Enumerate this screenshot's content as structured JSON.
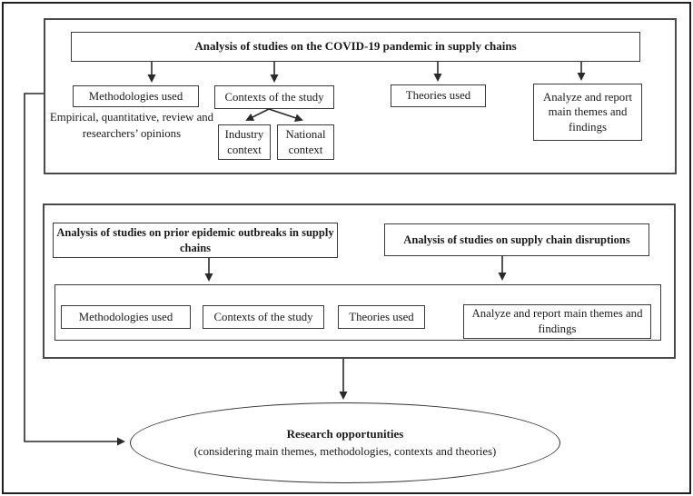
{
  "colors": {
    "background": "#ffffff",
    "frame_border": "#1f1f1f",
    "section_border": "#4a4a4a",
    "box_border": "#3a3a3a",
    "line": "#2a2a2a",
    "text": "#1a1a1a"
  },
  "top_section": {
    "title": "Analysis of studies on the COVID-19 pandemic in supply chains",
    "methodologies_label": "Methodologies used",
    "methodologies_note": "Empirical, quantitative, review and researchers’ opinions",
    "contexts_label": "Contexts of the study",
    "industry_label": "Industry context",
    "national_label": "National context",
    "theories_label": "Theories used",
    "analyze_label": "Analyze and report main themes and findings"
  },
  "middle_section": {
    "left_title": "Analysis of studies on prior epidemic outbreaks in supply chains",
    "right_title": "Analysis of studies on supply chain disruptions",
    "methodologies_label": "Methodologies used",
    "contexts_label": "Contexts of the study",
    "theories_label": "Theories used",
    "analyze_label": "Analyze and report main themes and findings"
  },
  "outcome": {
    "title": "Research opportunities",
    "subtitle": "(considering main themes, methodologies, contexts and theories)"
  }
}
